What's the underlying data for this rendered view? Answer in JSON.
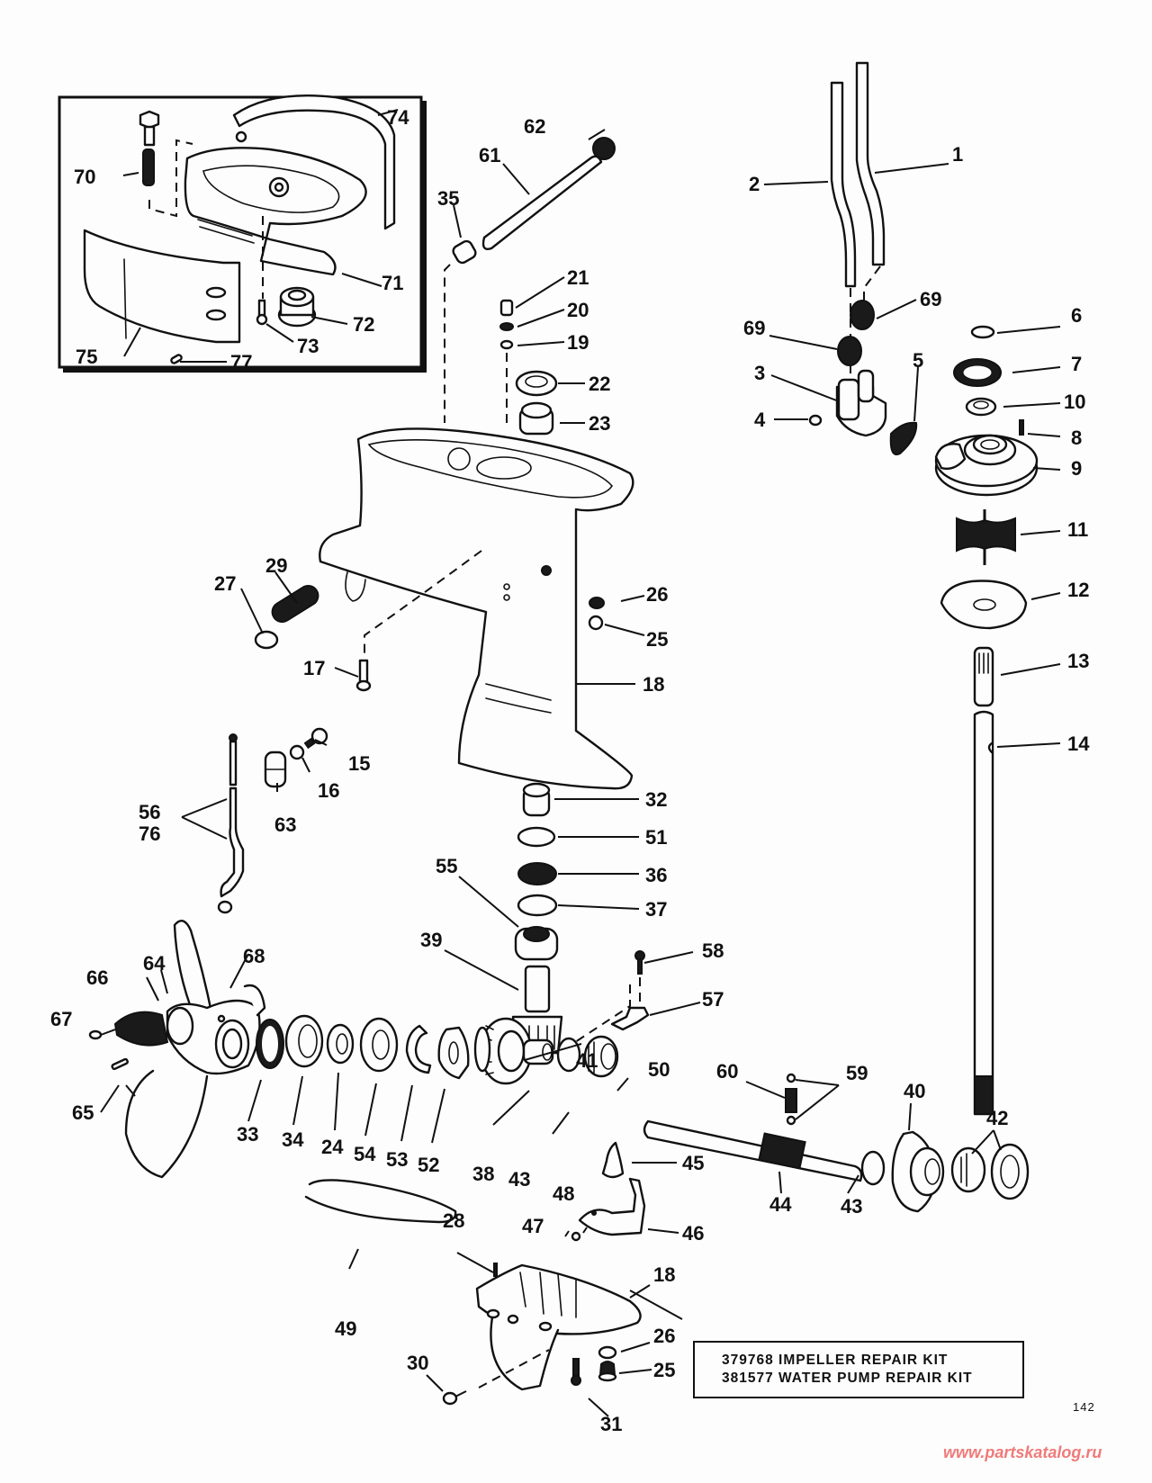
{
  "diagram": {
    "title": "Gearcase exploded parts diagram",
    "figure_number": "142",
    "watermark": "www.partskatalog.ru",
    "kits": [
      {
        "part_no": "379768",
        "name": "IMPELLER REPAIR KIT",
        "text": "379768 IMPELLER REPAIR KIT"
      },
      {
        "part_no": "381577",
        "name": "WATER PUMP REPAIR KIT",
        "text": "381577 WATER PUMP REPAIR KIT"
      }
    ],
    "inset_labels": [
      "70",
      "71",
      "72",
      "73",
      "74",
      "75",
      "77"
    ],
    "callouts": [
      {
        "id": "c1",
        "label": "1"
      },
      {
        "id": "c2",
        "label": "2"
      },
      {
        "id": "c3",
        "label": "3"
      },
      {
        "id": "c4",
        "label": "4"
      },
      {
        "id": "c5",
        "label": "5"
      },
      {
        "id": "c6",
        "label": "6"
      },
      {
        "id": "c7",
        "label": "7"
      },
      {
        "id": "c8",
        "label": "8"
      },
      {
        "id": "c9",
        "label": "9"
      },
      {
        "id": "c10",
        "label": "10"
      },
      {
        "id": "c11",
        "label": "11"
      },
      {
        "id": "c12",
        "label": "12"
      },
      {
        "id": "c13",
        "label": "13"
      },
      {
        "id": "c14",
        "label": "14"
      },
      {
        "id": "c15",
        "label": "15"
      },
      {
        "id": "c16",
        "label": "16"
      },
      {
        "id": "c17",
        "label": "17"
      },
      {
        "id": "c18a",
        "label": "18"
      },
      {
        "id": "c18b",
        "label": "18"
      },
      {
        "id": "c19",
        "label": "19"
      },
      {
        "id": "c20",
        "label": "20"
      },
      {
        "id": "c21",
        "label": "21"
      },
      {
        "id": "c22",
        "label": "22"
      },
      {
        "id": "c23",
        "label": "23"
      },
      {
        "id": "c24",
        "label": "24"
      },
      {
        "id": "c25a",
        "label": "25"
      },
      {
        "id": "c25b",
        "label": "25"
      },
      {
        "id": "c26a",
        "label": "26"
      },
      {
        "id": "c26b",
        "label": "26"
      },
      {
        "id": "c27",
        "label": "27"
      },
      {
        "id": "c28",
        "label": "28"
      },
      {
        "id": "c29",
        "label": "29"
      },
      {
        "id": "c30",
        "label": "30"
      },
      {
        "id": "c31",
        "label": "31"
      },
      {
        "id": "c32",
        "label": "32"
      },
      {
        "id": "c33",
        "label": "33"
      },
      {
        "id": "c34",
        "label": "34"
      },
      {
        "id": "c35",
        "label": "35"
      },
      {
        "id": "c36",
        "label": "36"
      },
      {
        "id": "c37",
        "label": "37"
      },
      {
        "id": "c38",
        "label": "38"
      },
      {
        "id": "c39",
        "label": "39"
      },
      {
        "id": "c40",
        "label": "40"
      },
      {
        "id": "c41",
        "label": "41"
      },
      {
        "id": "c42",
        "label": "42"
      },
      {
        "id": "c43a",
        "label": "43"
      },
      {
        "id": "c43b",
        "label": "43"
      },
      {
        "id": "c44",
        "label": "44"
      },
      {
        "id": "c45",
        "label": "45"
      },
      {
        "id": "c46",
        "label": "46"
      },
      {
        "id": "c47",
        "label": "47"
      },
      {
        "id": "c48",
        "label": "48"
      },
      {
        "id": "c49",
        "label": "49"
      },
      {
        "id": "c50",
        "label": "50"
      },
      {
        "id": "c51",
        "label": "51"
      },
      {
        "id": "c52",
        "label": "52"
      },
      {
        "id": "c53",
        "label": "53"
      },
      {
        "id": "c54",
        "label": "54"
      },
      {
        "id": "c55",
        "label": "55"
      },
      {
        "id": "c56",
        "label": "56"
      },
      {
        "id": "c76",
        "label": "76"
      },
      {
        "id": "c57",
        "label": "57"
      },
      {
        "id": "c58",
        "label": "58"
      },
      {
        "id": "c59",
        "label": "59"
      },
      {
        "id": "c60",
        "label": "60"
      },
      {
        "id": "c61",
        "label": "61"
      },
      {
        "id": "c62",
        "label": "62"
      },
      {
        "id": "c63",
        "label": "63"
      },
      {
        "id": "c64",
        "label": "64"
      },
      {
        "id": "c65",
        "label": "65"
      },
      {
        "id": "c66",
        "label": "66"
      },
      {
        "id": "c67",
        "label": "67"
      },
      {
        "id": "c68",
        "label": "68"
      },
      {
        "id": "c69a",
        "label": "69"
      },
      {
        "id": "c69b",
        "label": "69"
      },
      {
        "id": "c70",
        "label": "70"
      },
      {
        "id": "c71",
        "label": "71"
      },
      {
        "id": "c72",
        "label": "72"
      },
      {
        "id": "c73",
        "label": "73"
      },
      {
        "id": "c74",
        "label": "74"
      },
      {
        "id": "c75",
        "label": "75"
      },
      {
        "id": "c77",
        "label": "77"
      }
    ]
  }
}
